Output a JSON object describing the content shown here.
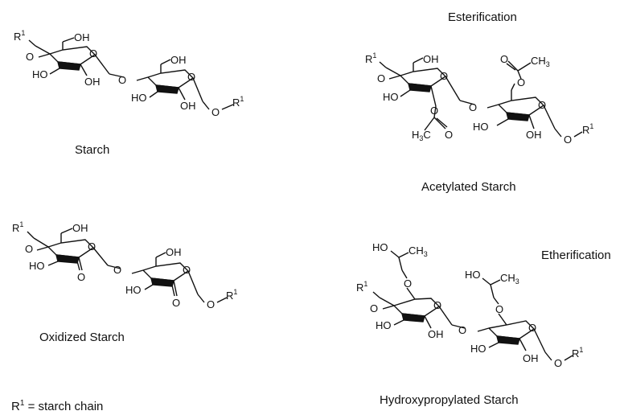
{
  "captions": {
    "starch": "Starch",
    "acetylated": "Acetylated Starch",
    "oxidized": "Oxidized Starch",
    "hydroxypropylated": "Hydroxypropylated Starch",
    "esterification": "Esterification",
    "etherification": "Etherification"
  },
  "legend": {
    "symbol": "R",
    "superscript": "1",
    "text": " = starch chain"
  },
  "atoms": {
    "oxygen": "O",
    "hydroxyl": "OH",
    "hydroxyl_left": "HO",
    "r_group": "R",
    "r_superscript": "1",
    "carbonyl": "O",
    "methyl": "CH",
    "methyl_left": "H",
    "methyl_sub": "3",
    "methyl_left_tail": "C"
  },
  "colors": {
    "ink": "#111111",
    "background": "#ffffff"
  }
}
